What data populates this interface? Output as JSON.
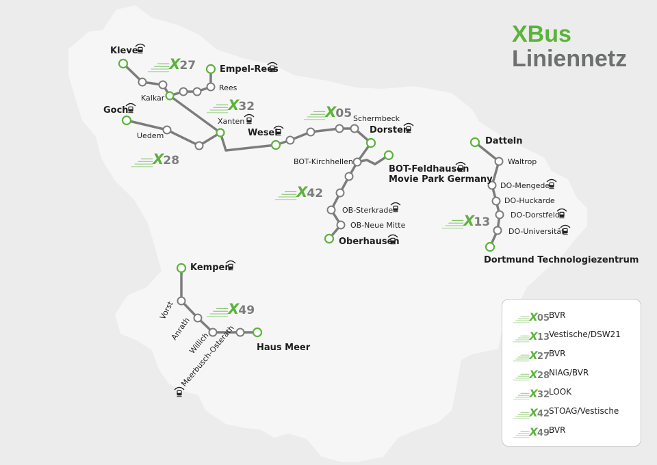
{
  "title": {
    "line1": "XBus",
    "line2": "Liniennetz"
  },
  "colors": {
    "accent": "#5bb33a",
    "line_gray": "#7b7d7c",
    "map_fill": "#f6f6f6",
    "background": "#ececec"
  },
  "line_badges": [
    {
      "number": "27"
    },
    {
      "number": "32"
    },
    {
      "number": "05"
    },
    {
      "number": "28"
    },
    {
      "number": "42"
    },
    {
      "number": "13"
    },
    {
      "number": "49"
    }
  ],
  "stations": {
    "kleve": "Kleve",
    "empel_rees": "Empel-Rees",
    "rees": "Rees",
    "kalkar": "Kalkar",
    "goch": "Goch",
    "uedem": "Uedem",
    "xanten": "Xanten",
    "wesel": "Wesel",
    "schermbeck": "Schermbeck",
    "dorsten": "Dorsten",
    "bot_kirchhellen": "BOT-Kirchhellen",
    "bot_feldhausen_1": "BOT-Feldhausen",
    "bot_feldhausen_2": "Movie Park Germany",
    "ob_sterkrade": "OB-Sterkrade",
    "ob_neue_mitte": "OB-Neue Mitte",
    "oberhausen": "Oberhausen",
    "datteln": "Datteln",
    "waltrop": "Waltrop",
    "do_mengede": "DO-Mengede",
    "do_huckarde": "DO-Huckarde",
    "do_dorstfeld": "DO-Dorstfeld",
    "do_universitaet": "DO-Universität",
    "dortmund_tz": "Dortmund Technologiezentrum",
    "kempen": "Kempen",
    "vorst": "Vorst",
    "anrath": "Anrath",
    "willich": "Willich",
    "meerbusch": "Meerbusch-Osterath",
    "haus_meer": "Haus Meer"
  },
  "legend": [
    {
      "number": "05",
      "operator": "BVR"
    },
    {
      "number": "13",
      "operator": "Vestische/DSW21"
    },
    {
      "number": "27",
      "operator": "BVR"
    },
    {
      "number": "28",
      "operator": "NIAG/BVR"
    },
    {
      "number": "32",
      "operator": "LOOK"
    },
    {
      "number": "42",
      "operator": "STOAG/Vestische"
    },
    {
      "number": "49",
      "operator": "BVR"
    }
  ],
  "icons": {
    "station": "train-station-icon",
    "badge": "xbus-x-icon"
  }
}
